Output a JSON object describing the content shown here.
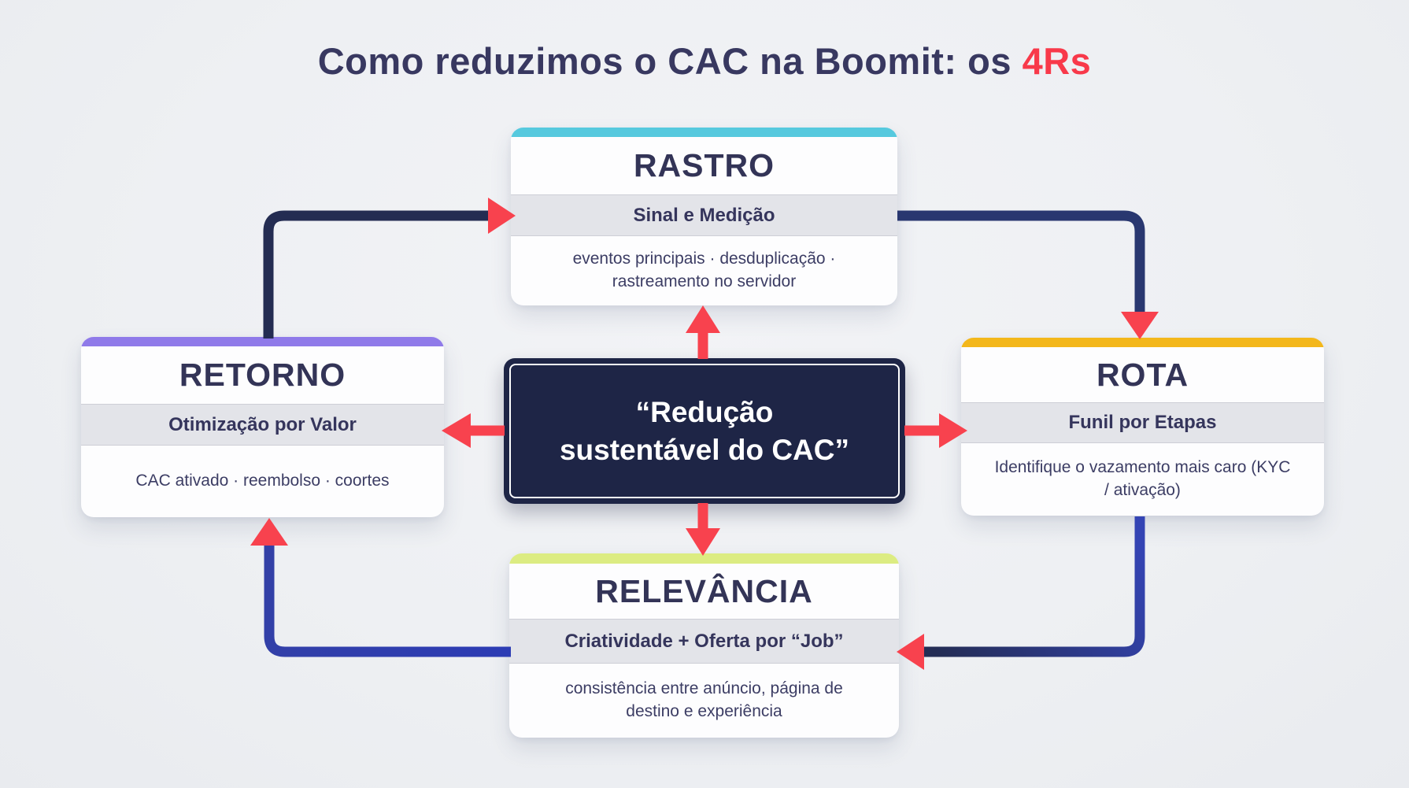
{
  "page": {
    "title_prefix": "Como reduzimos o CAC na Boomit: os ",
    "title_highlight": "4Rs",
    "background_color": "#eef0f3",
    "title_color": "#383860",
    "highlight_color": "#f8394a",
    "arrow_red": "#f8424e"
  },
  "center": {
    "line1": "“Redução",
    "line2": "sustentável do CAC”",
    "bg": "#1e2546"
  },
  "cards": {
    "rastro": {
      "title": "RASTRO",
      "subtitle": "Sinal e Medição",
      "body": "eventos principais · desduplicação · rastreamento no servidor",
      "accent": "#56c9de"
    },
    "retorno": {
      "title": "RETORNO",
      "subtitle": "Otimização por Valor",
      "body": "CAC ativado · reembolso · coortes",
      "accent": "#8f7ae9"
    },
    "rota": {
      "title": "ROTA",
      "subtitle": "Funil por Etapas",
      "body": "Identifique o vazamento mais caro (KYC / ativação)",
      "accent": "#f3b71b"
    },
    "relevancia": {
      "title": "RELEVÂNCIA",
      "subtitle": "Criatividade + Oferta por “Job”",
      "body": "consistência entre anúncio, página de destino e experiência",
      "accent": "#dcec82"
    }
  },
  "connectors": {
    "retorno_to_rastro_color": "#242c52",
    "rastro_to_rota_color": "#293770",
    "rota_to_relevancia_colors": [
      "#3444b4",
      "#242d55"
    ],
    "relevancia_to_retorno_color": "#2e3db0"
  }
}
